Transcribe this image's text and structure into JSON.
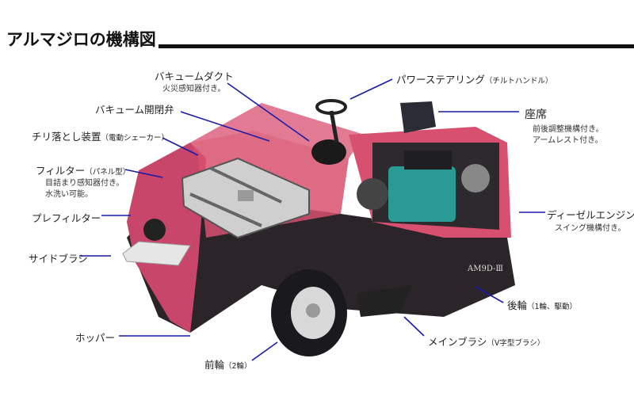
{
  "title": "アルマジロの機構図",
  "labels": {
    "vacuum_duct": {
      "main": "バキュームダクト",
      "note": "火災感知器付き。"
    },
    "power_steering": {
      "main": "パワーステアリング",
      "paren": "（チルトハンドル）"
    },
    "seat": {
      "main": "座席",
      "note1": "前後調整機構付き。",
      "note2": "アームレスト付き。"
    },
    "vacuum_valve": {
      "main": "バキューム開閉弁"
    },
    "dust_shaker": {
      "main": "チリ落とし装置",
      "paren": "（電動シェーカー）"
    },
    "filter": {
      "main": "フィルター",
      "paren": "（パネル型）",
      "note1": "目詰まり感知器付き。",
      "note2": "水洗い可能。"
    },
    "prefilter": {
      "main": "プレフィルター"
    },
    "side_brush": {
      "main": "サイドブラシ"
    },
    "diesel_engine": {
      "main": "ディーゼルエンジン",
      "note": "スイング機構付き。"
    },
    "rear_wheel": {
      "main": "後輪",
      "paren": "（1輪、駆動）"
    },
    "main_brush": {
      "main": "メインブラシ",
      "paren": "（V字型ブラシ）"
    },
    "hopper": {
      "main": "ホッパー"
    },
    "front_wheel": {
      "main": "前輪",
      "paren": "（2輪）"
    }
  },
  "model_plate": "AM9D-Ⅲ",
  "colors": {
    "body_pink": "#d8506f",
    "leader_line": "#1a1aa8",
    "engine": "#2a9a94"
  }
}
